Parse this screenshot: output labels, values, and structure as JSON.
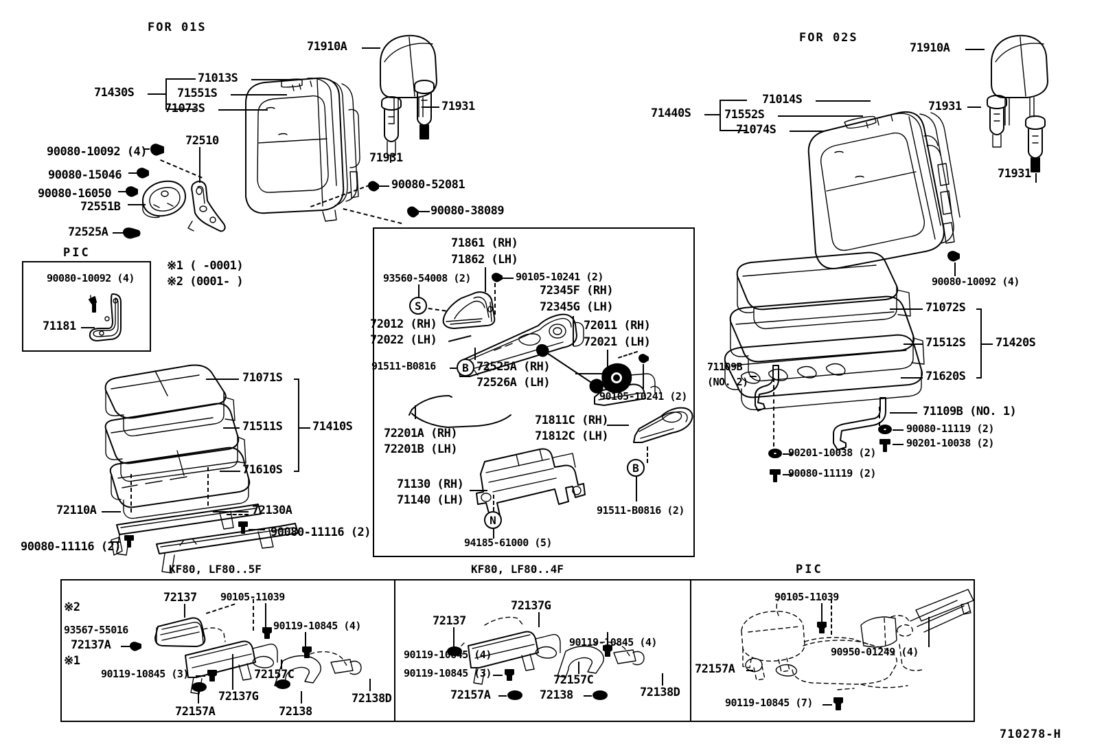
{
  "diagram": {
    "id": "710278-H",
    "type": "automotive-parts-exploded-view",
    "subject": "Front seat & seat track assembly"
  },
  "sections": {
    "left_header": "FOR 01S",
    "right_header": "FOR 02S",
    "pic_left": "PIC",
    "pic_bottom": "PIC",
    "panel_5f": "KF80, LF80..5F",
    "panel_4f": "KF80, LF80..4F"
  },
  "notes": {
    "note1": "※1 (     -0001)",
    "note2": "※2 (0001-     )",
    "mark1": "※1",
    "mark2": "※2"
  },
  "left_seatback": {
    "headrest": "71910A",
    "headrest_support": "71931",
    "bracket_group": "71430S",
    "group_items": [
      "71013S",
      "71551S",
      "71073S"
    ],
    "recliner_cover": "72510",
    "bolt_10092": "90080-10092 (4)",
    "bolt_15046": "90080-15046",
    "bolt_16050": "90080-16050",
    "knob_72551B": "72551B",
    "clip_72525A": "72525A",
    "bolt_52081": "90080-52081",
    "bolt_38089": "90080-38089"
  },
  "pic_left_inset": {
    "title": "PIC",
    "bolt": "90080-10092 (4)",
    "bracket": "71181"
  },
  "left_cushion": {
    "pad_top": "71071S",
    "pad_mid": "71511S",
    "frame": "71610S",
    "group": "71410S",
    "rail_left": "72110A",
    "rail_right": "72130A",
    "bolt_left": "90080-11116 (2)",
    "bolt_right": "90080-11116 (2)"
  },
  "center_box": {
    "lever_rh": "71861 (RH)",
    "lever_lh": "71862 (LH)",
    "screw_93560": "93560-54008 (2)",
    "circle_s": "S",
    "bolt_90105_top": "90105-10241 (2)",
    "track_rh": "72012 (RH)",
    "track_lh": "72022 (LH)",
    "rod_rh": "72345F (RH)",
    "rod_lh": "72345G (LH)",
    "adj_rh": "72011 (RH)",
    "adj_lh": "72021 (LH)",
    "bolt_91511": "91511-B0816",
    "circle_b1": "B",
    "cap_rh": "72525A (RH)",
    "cap_lh": "72526A (LH)",
    "bolt_90105_right": "90105-10241 (2)",
    "wire_rh": "72201A (RH)",
    "wire_lh": "72201B (LH)",
    "arm_rh": "71811C (RH)",
    "arm_lh": "71812C (LH)",
    "circle_b2": "B",
    "bolt_91511_b": "91511-B0816 (2)",
    "leg_rh": "71130 (RH)",
    "leg_lh": "71140 (LH)",
    "circle_n": "N",
    "nut_94185": "94185-61000 (5)"
  },
  "right_seatback": {
    "headrest": "71910A",
    "headrest_support_a": "71931",
    "headrest_support_b": "71931",
    "bracket_group": "71440S",
    "group_items": [
      "71014S",
      "71552S",
      "71074S"
    ],
    "bolt_10092": "90080-10092 (4)"
  },
  "right_cushion": {
    "pad_top": "71072S",
    "pad_mid": "71512S",
    "frame": "71620S",
    "group": "71420S",
    "hook_no2": "71109B",
    "hook_no2_sub": "(NO. 2)",
    "hook_no1": "71109B (NO. 1)",
    "washer_right": "90080-11119 (2)",
    "bolt_right": "90201-10038 (2)",
    "washer_left": "90201-10038 (2)",
    "bolt_left": "90080-11119 (2)"
  },
  "panel_5f": {
    "title": "KF80, LF80..5F",
    "mark2": "※2",
    "code_93567": "93567-55016",
    "part_72137A": "72137A",
    "mark1": "※1",
    "part_72137": "72137",
    "bolt_90105": "90105-11039",
    "bolt_90119_4": "90119-10845 (4)",
    "bolt_90119_3": "90119-10845 (3)",
    "part_72157C": "72157C",
    "part_72137G": "72137G",
    "part_72157A": "72157A",
    "part_72138": "72138",
    "part_72138D": "72138D"
  },
  "panel_4f": {
    "title": "KF80, LF80..4F",
    "part_72137": "72137",
    "part_72137G": "72137G",
    "bolt_90119_4": "90119-10845 (4)",
    "bolt_90119_3": "90119-10845 (3)",
    "part_72157C": "72157C",
    "part_72157A": "72157A",
    "part_72138": "72138",
    "part_72138D": "72138D"
  },
  "panel_pic": {
    "title": "PIC",
    "bolt_90105": "90105-11039",
    "clip_90950": "90950-01249 (4)",
    "part_72157A": "72157A",
    "bolt_90119_7": "90119-10845 (7)"
  }
}
